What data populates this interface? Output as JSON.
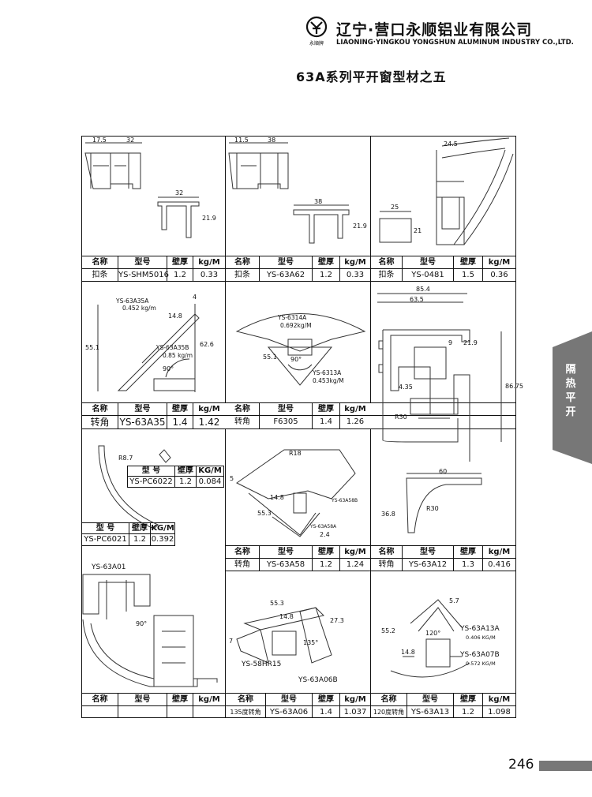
{
  "company": {
    "name_cn": "辽宁·营口永顺铝业有限公司",
    "name_en": "LIAONING·YINGKOU YONGSHUN ALUMINUM INDUSTRY CO.,LTD.",
    "logo_text": "永順牌"
  },
  "page_title": "63A系列平开窗型材之五",
  "side_tab": "隔热平开",
  "page_number": "246",
  "columns": {
    "name": "名称",
    "model": "型号",
    "thickness": "壁厚",
    "weight": "kg/M"
  },
  "row1": [
    {
      "name": "扣条",
      "model": "YS-SHM5016",
      "thickness": "1.2",
      "weight": "0.33"
    },
    {
      "name": "扣条",
      "model": "YS-63A62",
      "thickness": "1.2",
      "weight": "0.33"
    },
    {
      "name": "扣条",
      "model": "YS-0481",
      "thickness": "1.5",
      "weight": "0.36"
    }
  ],
  "row2": [
    {
      "name": "转角",
      "model": "YS-63A35",
      "thickness": "1.4",
      "weight": "1.42"
    },
    {
      "name": "转角",
      "model": "F6305",
      "thickness": "1.4",
      "weight": "1.26"
    }
  ],
  "row3": [
    {
      "name": "转角",
      "model": "YS-63A58",
      "thickness": "1.2",
      "weight": "1.24"
    },
    {
      "name": "转角",
      "model": "YS-63A12",
      "thickness": "1.3",
      "weight": "0.416"
    }
  ],
  "row4": [
    {
      "name": "",
      "model": "",
      "thickness": "",
      "weight": ""
    },
    {
      "name": "135度转角",
      "model": "YS-63A06",
      "thickness": "1.4",
      "weight": "1.037"
    },
    {
      "name": "120度转角",
      "model": "YS-63A13",
      "thickness": "1.2",
      "weight": "1.098"
    }
  ],
  "pc6022": {
    "h_model": "型 号",
    "h_thick": "壁厚",
    "h_weight": "KG/M",
    "model": "YS-PC6022",
    "thickness": "1.2",
    "weight": "0.084"
  },
  "pc6021": {
    "h_model": "型 号",
    "h_thick": "壁厚",
    "h_weight": "KG/M",
    "model": "YS-PC6021",
    "thickness": "1.2",
    "weight": "0.392"
  },
  "drawing_labels": {
    "shm5016": {
      "d1": "17.5",
      "d2": "32",
      "d3": "32",
      "d4": "21.9"
    },
    "a62": {
      "d1": "11.5",
      "d2": "38",
      "d3": "38",
      "d4": "21.9"
    },
    "r0481": {
      "d1": "24.5",
      "d2": "25",
      "d3": "21"
    },
    "a35": {
      "l1": "YS-63A35A",
      "l1w": "0.452 kg/m",
      "l2": "YS-63A35B",
      "l2w": "0.85 kg/m",
      "d1": "4",
      "d2": "14.8",
      "d3": "55.1",
      "d4": "62.6",
      "ang": "90°"
    },
    "f6305": {
      "l1": "YS-6314A",
      "l1w": "0.692kg/M",
      "l2": "YS-6313A",
      "l2w": "0.453kg/M",
      "d1": "55.1",
      "ang": "90°"
    },
    "big": {
      "d1": "85.4",
      "d2": "63.5",
      "d3": "9",
      "d4": "21.9",
      "d5": "4.35",
      "d6": "R30",
      "d7": "86.75"
    },
    "pc6022": {
      "d1": "R8.7"
    },
    "a58": {
      "d1": "R18",
      "d2": "5",
      "d3": "14.8",
      "d4": "55.3",
      "d5": "2.4",
      "l1": "YS-63A58B",
      "l2": "YS-63A58A"
    },
    "a12": {
      "d1": "60",
      "d2": "36.8",
      "d3": "R30"
    },
    "a01": {
      "l1": "YS-63A01",
      "ang": "90°"
    },
    "a06": {
      "d1": "55.3",
      "d2": "14.8",
      "d3": "27.3",
      "d4": "7",
      "ang": "135°",
      "l1": "YS-58HR15",
      "l2": "YS-63A06B"
    },
    "a13": {
      "d1": "5.7",
      "d2": "55.2",
      "d3": "14.8",
      "ang": "120°",
      "l1": "YS-63A13A",
      "l1w": "0.406 KG/M",
      "l2": "YS-63A07B",
      "l2w": "0.572 KG/M"
    }
  }
}
